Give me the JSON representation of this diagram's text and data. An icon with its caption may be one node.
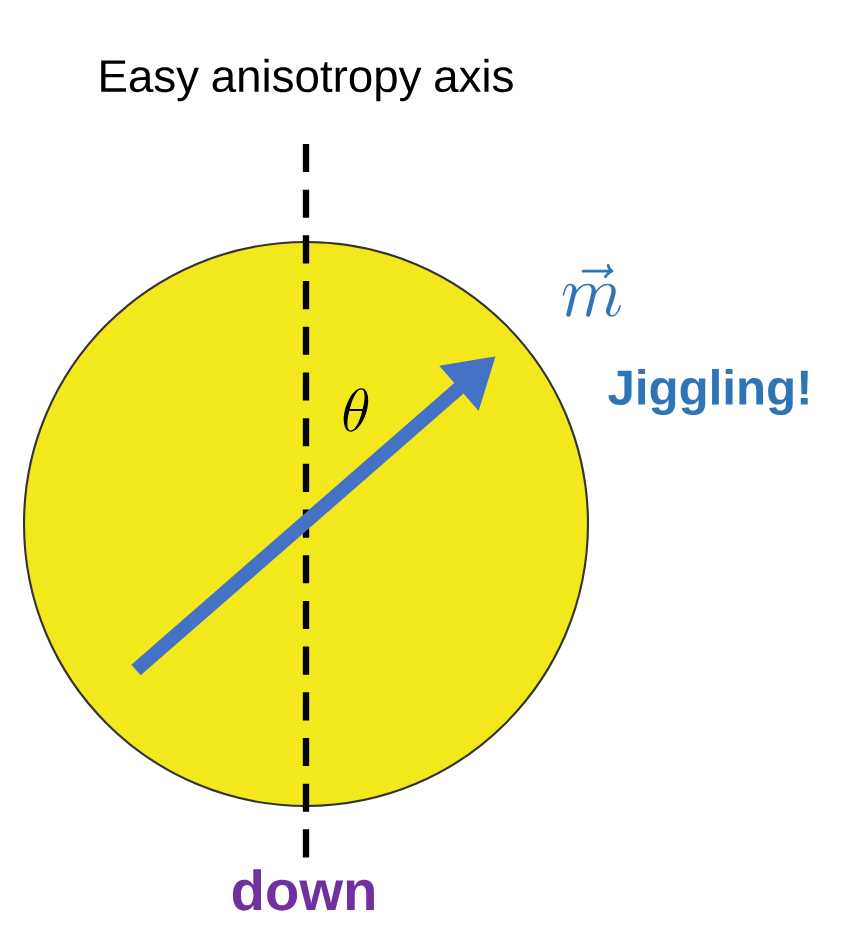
{
  "diagram": {
    "title": "Easy anisotropy axis",
    "labels": [
      "\\theta",
      "\\vec{m}",
      "Jiggling!",
      "down"
    ]
  }
}
